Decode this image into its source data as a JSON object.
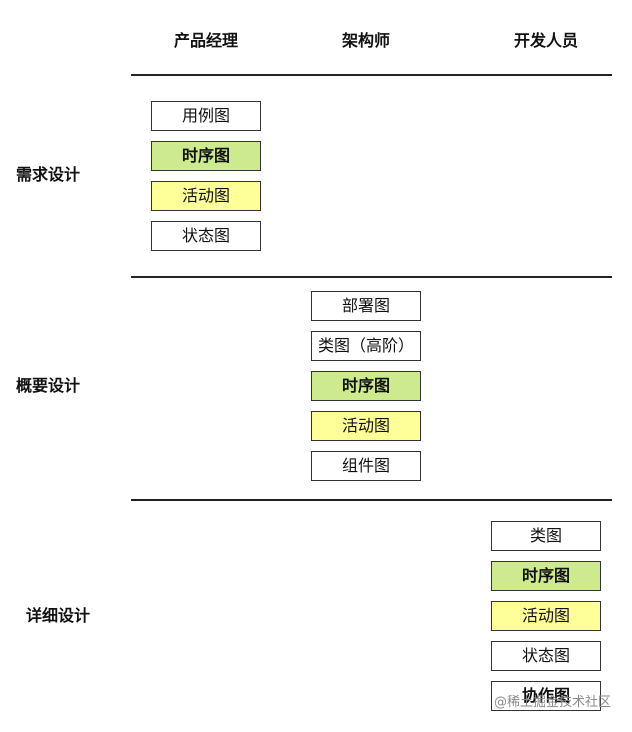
{
  "columns": [
    "产品经理",
    "架构师",
    "开发人员"
  ],
  "rows": [
    "需求设计",
    "概要设计",
    "详细设计"
  ],
  "boxes": {
    "requirements": [
      "用例图",
      "时序图",
      "活动图",
      "状态图"
    ],
    "overview": [
      "部署图",
      "类图（高阶）",
      "时序图",
      "活动图",
      "组件图"
    ],
    "detailed": [
      "类图",
      "时序图",
      "活动图",
      "状态图",
      "协作图"
    ]
  },
  "colors": {
    "sequence_highlight": "#cdea8e",
    "activity_highlight": "#ffff99",
    "lines": "#222222"
  },
  "watermark": "@稀土掘金技术社区"
}
